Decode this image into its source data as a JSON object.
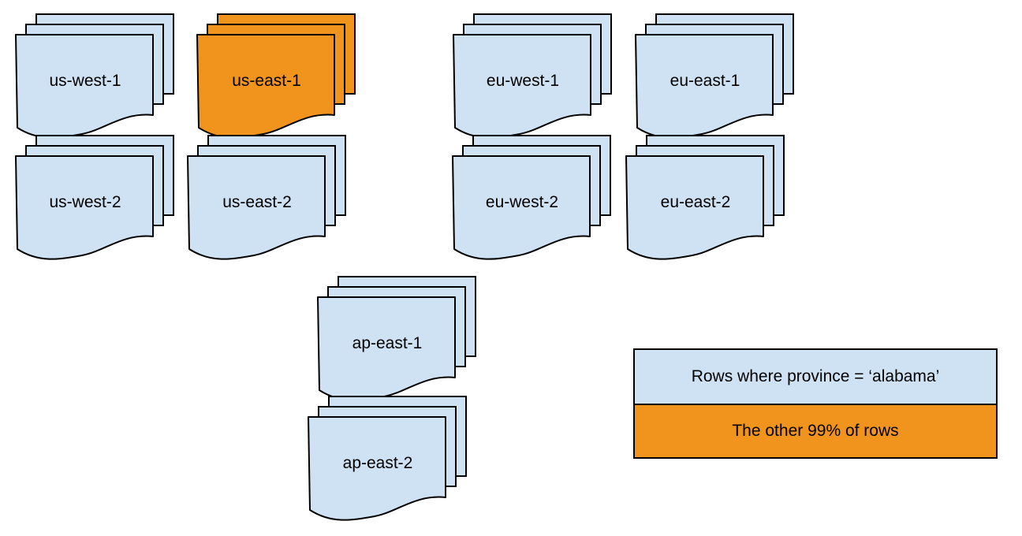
{
  "diagram": {
    "description": "Region document stacks with legend",
    "colors": {
      "region_fill": "#cfe2f3",
      "highlight_fill": "#f0941e",
      "stroke": "#000000",
      "background": "#ffffff"
    },
    "stacks": [
      {
        "label": "us-west-1",
        "variant": "blue"
      },
      {
        "label": "us-east-1",
        "variant": "orange"
      },
      {
        "label": "eu-west-1",
        "variant": "blue"
      },
      {
        "label": "eu-east-1",
        "variant": "blue"
      },
      {
        "label": "us-west-2",
        "variant": "blue"
      },
      {
        "label": "us-east-2",
        "variant": "blue"
      },
      {
        "label": "eu-west-2",
        "variant": "blue"
      },
      {
        "label": "eu-east-2",
        "variant": "blue"
      },
      {
        "label": "ap-east-1",
        "variant": "blue"
      },
      {
        "label": "ap-east-2",
        "variant": "blue"
      }
    ],
    "legend": {
      "rows": [
        {
          "label": "Rows where province = ‘alabama’",
          "variant": "blue"
        },
        {
          "label": "The other 99% of rows",
          "variant": "orange"
        }
      ]
    }
  }
}
